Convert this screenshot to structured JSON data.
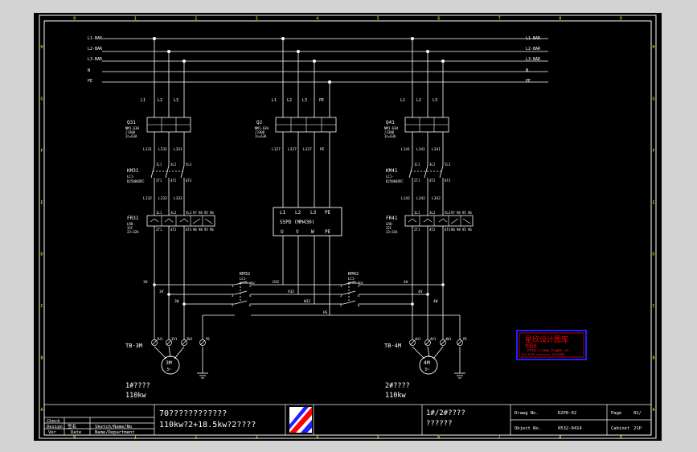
{
  "grid": {
    "cols": [
      "0",
      "1",
      "2",
      "3",
      "4",
      "5",
      "6",
      "7",
      "8",
      "9"
    ],
    "rows": [
      "H",
      "G",
      "F",
      "E",
      "D",
      "C",
      "B",
      "A"
    ]
  },
  "buses": [
    {
      "left": "L1-BAR",
      "right": "L1-BAR"
    },
    {
      "left": "L2-BAR",
      "right": "L2-BAR"
    },
    {
      "left": "L3-BAR",
      "right": "L3-BAR"
    },
    {
      "left": "N",
      "right": "N"
    },
    {
      "left": "PE",
      "right": "PE"
    }
  ],
  "left_branch": {
    "phases": [
      "L1",
      "L2",
      "L3"
    ],
    "breaker": {
      "tag": "Q31",
      "lines": [
        "NM1-63H",
        "/3300",
        "In=63A"
      ],
      "wires": [
        "L131",
        "L231",
        "L331"
      ]
    },
    "contactor": {
      "tag": "KM31",
      "lines": [
        "LC1-",
        "D25004B5C"
      ],
      "terms": [
        "1L1",
        "3L2",
        "5L3",
        "2T1",
        "4T2",
        "6T3"
      ],
      "wires": [
        "L132",
        "L232",
        "L332"
      ]
    },
    "relay": {
      "tag": "FR31",
      "lines": [
        "LRD-",
        "32C",
        "23~32A"
      ],
      "terms": [
        "1L1",
        "3L2",
        "5L3",
        "97",
        "98",
        "95",
        "96",
        "2T1",
        "4T2",
        "6T3"
      ],
      "aux": [
        "96",
        "98",
        "95",
        "96"
      ]
    }
  },
  "middle_branch": {
    "phases": [
      "L1",
      "L2",
      "L3",
      "PE"
    ],
    "breaker": {
      "tag": "Q2",
      "lines": [
        "NM1-63H",
        "/3300",
        "In=63A"
      ],
      "wires": [
        "L127",
        "L227",
        "L327",
        "PE"
      ]
    },
    "softstarter": {
      "title": "SSPD (MM430)",
      "in": [
        "L1",
        "L2",
        "L3",
        "PE"
      ],
      "out": [
        "U",
        "V",
        "W",
        "PE"
      ]
    }
  },
  "right_branch": {
    "phases": [
      "L1",
      "L2",
      "L3"
    ],
    "breaker": {
      "tag": "Q41",
      "lines": [
        "NM1-63H",
        "/3300",
        "In=63A"
      ],
      "wires": [
        "L141",
        "L241",
        "L341"
      ]
    },
    "contactor": {
      "tag": "KM41",
      "lines": [
        "LC1-",
        "D25004B5C"
      ],
      "terms": [
        "1L1",
        "3L2",
        "5L3",
        "2T1",
        "4T2",
        "6T3"
      ],
      "wires": [
        "L142",
        "L242",
        "L342"
      ]
    },
    "relay": {
      "tag": "FR41",
      "lines": [
        "LRD-",
        "32C",
        "23~32A"
      ],
      "terms": [
        "1L1",
        "3L2",
        "5L3",
        "97",
        "98",
        "95",
        "96",
        "2T1",
        "4T2",
        "6T3"
      ],
      "aux": [
        "96",
        "98",
        "95",
        "96"
      ]
    }
  },
  "km32": {
    "tag": "KM32",
    "lines": [
      "LC1-",
      "D25004B5C"
    ],
    "pin_left": [
      "1",
      "3",
      "5"
    ],
    "pin_right": [
      "2",
      "4",
      "6"
    ]
  },
  "km42": {
    "tag": "KM42",
    "lines": [
      "LC1-",
      "D25004B5C"
    ],
    "pin_left": [
      "1",
      "3",
      "5"
    ],
    "pin_right": [
      "2",
      "4",
      "6"
    ]
  },
  "cross_wires": {
    "left": [
      "3U",
      "3V",
      "3W"
    ],
    "mid": [
      "U32",
      "V32",
      "W32",
      "PE"
    ],
    "right": [
      "4U",
      "4V",
      "4W"
    ]
  },
  "motors": [
    {
      "terminal": "TB-3M",
      "pins": [
        "3U1",
        "3V1",
        "3W1",
        "PE"
      ],
      "name": "3M",
      "sub": "3~",
      "caption1": "1#????",
      "caption2": "110kw"
    },
    {
      "terminal": "TB-4M",
      "pins": [
        "4U1",
        "4V1",
        "4W1",
        "PE"
      ],
      "name": "4M",
      "sub": "3~",
      "caption1": "2#????",
      "caption2": "110kw"
    }
  ],
  "stamp": {
    "line1": "星欣设计图库",
    "line2": "若图纸",
    "line3": "http://www.txgmc.cn",
    "line4": "Tel:0755-xxxxxxxx 0118888"
  },
  "title_block": {
    "left": [
      [
        "Check",
        ""
      ],
      [
        "Design",
        "签名"
      ],
      [
        "Ver",
        "Date"
      ]
    ],
    "sign_lines": [
      "Sketch/Name/No",
      "Name/Department"
    ],
    "title1": "70????????????",
    "title2": "110kw?2+18.5kw?2????",
    "drawing_name1": "1#/2#????",
    "drawing_name2": "??????",
    "drawg_no_label": "Drawg No.",
    "drawg_no": "D2P0-02",
    "page_label": "Page",
    "page_value": "02/",
    "object_label": "Object No.",
    "object_value": "0532-0414",
    "cabinet_label": "Cabinet",
    "cabinet_value": "21P"
  },
  "colors": {
    "cad_white": "#ffffff",
    "cad_yellow": "#ffff00",
    "cad_green": "#00ff00",
    "cad_red": "#ff0000",
    "cad_blue": "#2020ff",
    "cad_gray": "#bfbfbf"
  }
}
